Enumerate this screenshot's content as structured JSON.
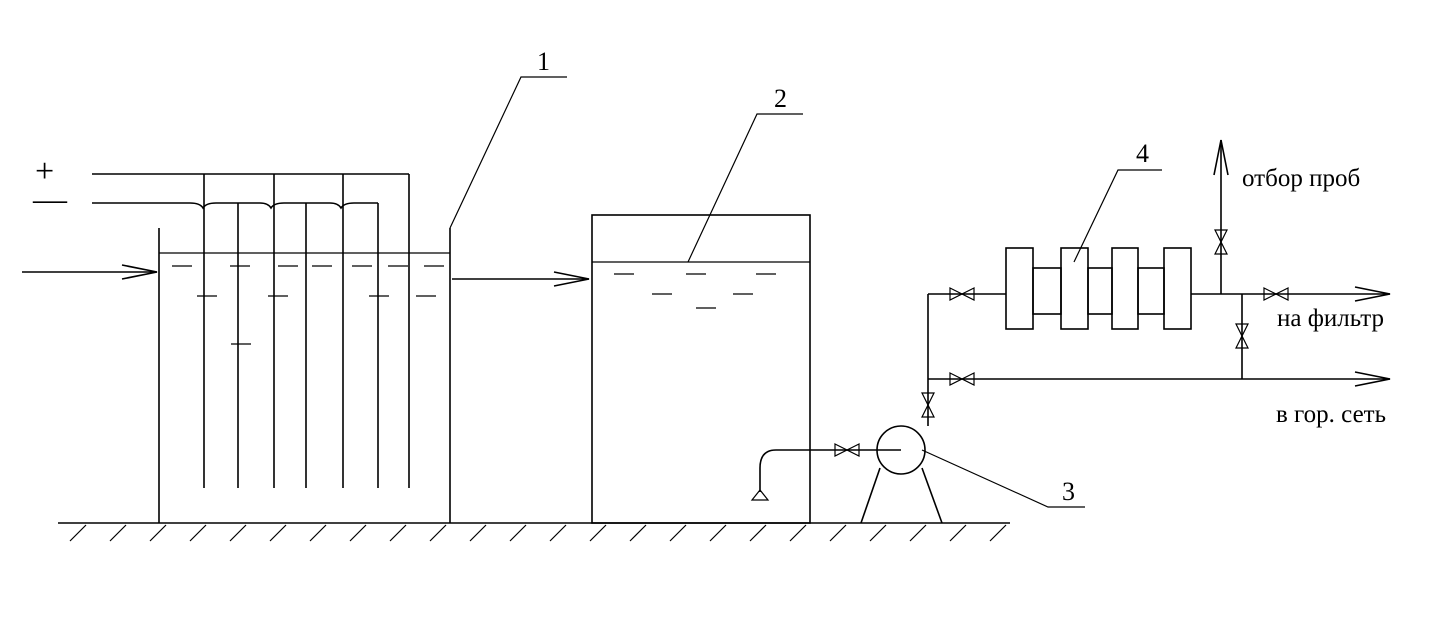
{
  "labels": {
    "tank1": "1",
    "tank2": "2",
    "pump": "3",
    "filter": "4",
    "sampling": "отбор проб",
    "to_filter": "на фильтр",
    "to_city_network": "в гор. сеть",
    "plus": "+",
    "minus": "—"
  }
}
